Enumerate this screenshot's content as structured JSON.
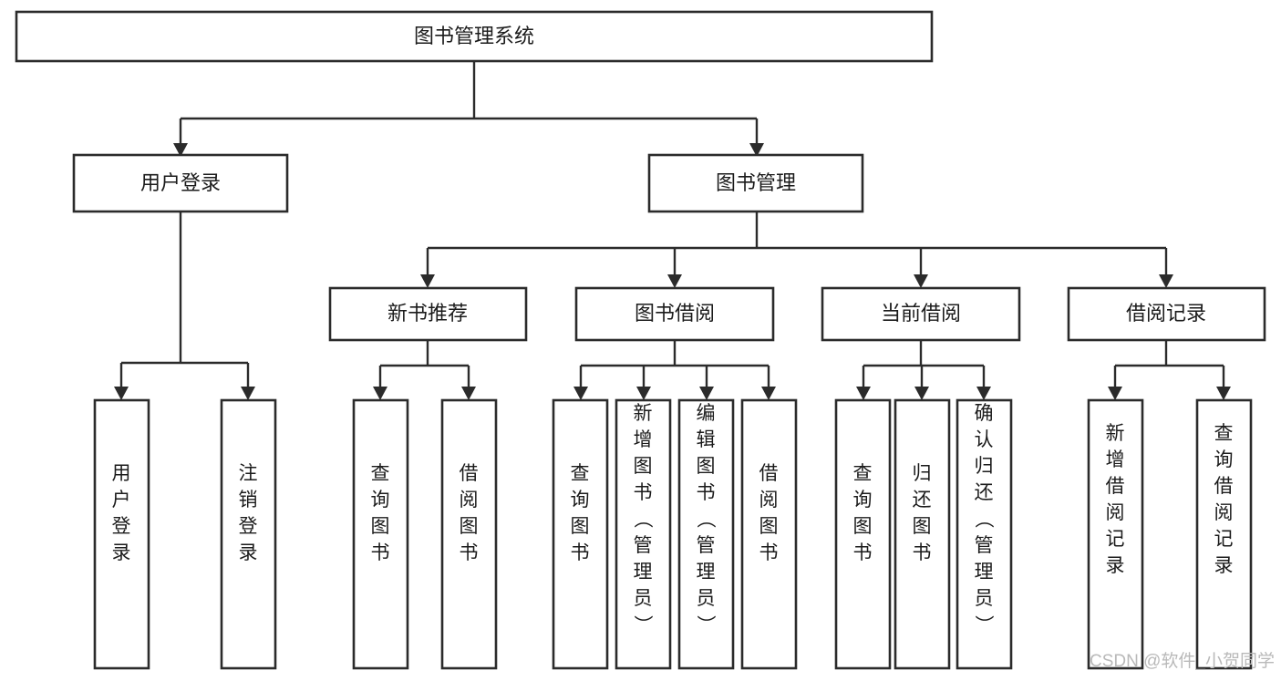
{
  "diagram": {
    "type": "tree",
    "title": "图书管理系统",
    "orientation": "top-down",
    "colors": {
      "box_stroke": "#2b2b2b",
      "box_fill": "#ffffff",
      "connector": "#2b2b2b",
      "text": "#1b1b1b",
      "watermark": "#b9b9b9",
      "background": "#ffffff"
    },
    "levels": {
      "root": "图书管理系统",
      "level2": [
        "用户登录",
        "图书管理"
      ],
      "level3": [
        "新书推荐",
        "图书借阅",
        "当前借阅",
        "借阅记录"
      ]
    }
  },
  "nodes": {
    "root": {
      "label": "图书管理系统",
      "orientation": "horizontal"
    },
    "user_login": {
      "label": "用户登录",
      "orientation": "horizontal"
    },
    "book_management": {
      "label": "图书管理",
      "orientation": "horizontal"
    },
    "new_book_recommend": {
      "label": "新书推荐",
      "orientation": "horizontal"
    },
    "book_borrow": {
      "label": "图书借阅",
      "orientation": "horizontal"
    },
    "current_borrow": {
      "label": "当前借阅",
      "orientation": "horizontal"
    },
    "borrow_record": {
      "label": "借阅记录",
      "orientation": "horizontal"
    }
  },
  "leaves": {
    "user_login_children": [
      {
        "label": "用户登录",
        "chars": [
          "用",
          "户",
          "登",
          "录"
        ]
      },
      {
        "label": "注销登录",
        "chars": [
          "注",
          "销",
          "登",
          "录"
        ]
      }
    ],
    "new_book_recommend_children": [
      {
        "label": "查询图书",
        "chars": [
          "查",
          "询",
          "图",
          "书"
        ]
      },
      {
        "label": "借阅图书",
        "chars": [
          "借",
          "阅",
          "图",
          "书"
        ]
      }
    ],
    "book_borrow_children": [
      {
        "label": "查询图书",
        "chars": [
          "查",
          "询",
          "图",
          "书"
        ]
      },
      {
        "label": "新增图书（管理员）",
        "chars": [
          "新",
          "增",
          "图",
          "书",
          "（",
          "管",
          "理",
          "员",
          "）"
        ]
      },
      {
        "label": "编辑图书（管理员）",
        "chars": [
          "编",
          "辑",
          "图",
          "书",
          "（",
          "管",
          "理",
          "员",
          "）"
        ]
      },
      {
        "label": "借阅图书",
        "chars": [
          "借",
          "阅",
          "图",
          "书"
        ]
      }
    ],
    "current_borrow_children": [
      {
        "label": "查询图书",
        "chars": [
          "查",
          "询",
          "图",
          "书"
        ]
      },
      {
        "label": "归还图书",
        "chars": [
          "归",
          "还",
          "图",
          "书"
        ]
      },
      {
        "label": "确认归还（管理员）",
        "chars": [
          "确",
          "认",
          "归",
          "还",
          "（",
          "管",
          "理",
          "员",
          "）"
        ]
      }
    ],
    "borrow_record_children": [
      {
        "label": "新增借阅记录",
        "chars": [
          "新",
          "增",
          "借",
          "阅",
          "记",
          "录"
        ]
      },
      {
        "label": "查询借阅记录",
        "chars": [
          "查",
          "询",
          "借",
          "阅",
          "记",
          "录"
        ]
      }
    ]
  },
  "watermark": {
    "text": "CSDN @软件_小贺同学"
  }
}
